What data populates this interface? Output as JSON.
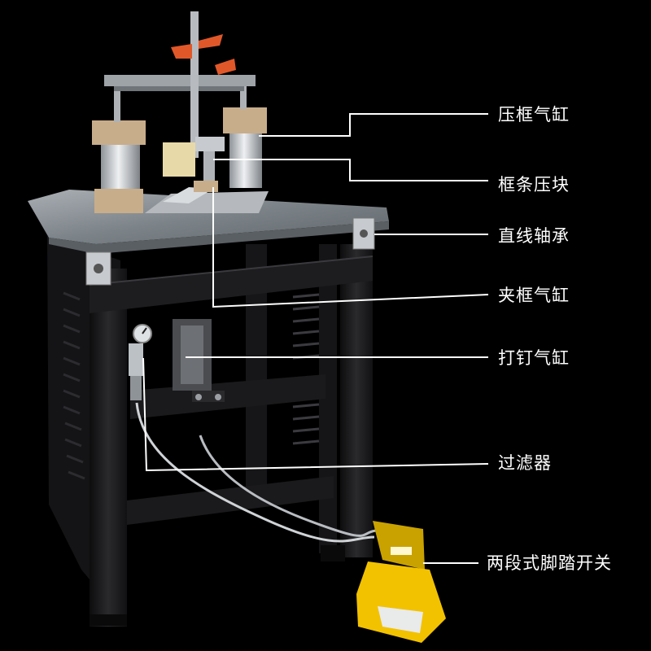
{
  "callouts": [
    {
      "id": "press-frame-cylinder",
      "text": "压框气缸"
    },
    {
      "id": "frame-strip-press-block",
      "text": "框条压块"
    },
    {
      "id": "linear-bearing",
      "text": "直线轴承"
    },
    {
      "id": "clamp-frame-cylinder",
      "text": "夹框气缸"
    },
    {
      "id": "nailing-cylinder",
      "text": "打钉气缸"
    },
    {
      "id": "filter",
      "text": "过滤器"
    },
    {
      "id": "two-stage-foot-switch",
      "text": "两段式脚踏开关"
    }
  ],
  "colors": {
    "background": "#000000",
    "frame": "#1b1b1d",
    "tabletop": "#8d9398",
    "aluminum": "#c9cdd1",
    "tan_block": "#c8ad8a",
    "orange_knob": "#e0582a",
    "pedal_yellow": "#f2c200",
    "leader_line": "#ffffff"
  }
}
